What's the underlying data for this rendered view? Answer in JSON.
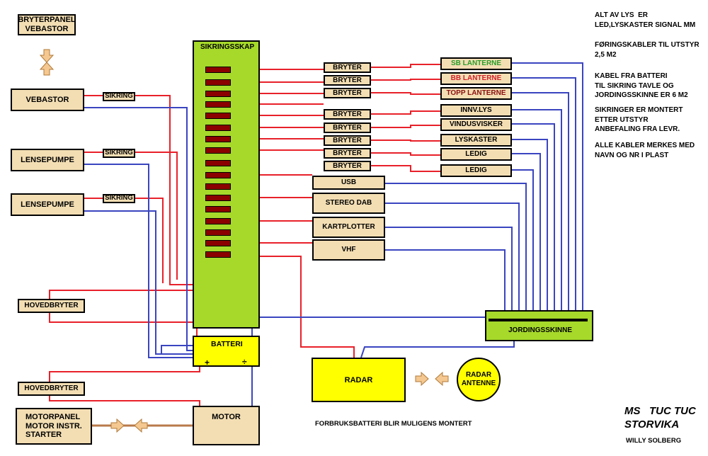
{
  "colors": {
    "positive": "#e8212a",
    "negative": "#3a45c0",
    "box": "#f3deb3",
    "panel": "#a6d92a",
    "battery": "#ffff00",
    "fuse": "#8b0000",
    "arrow": "#f4c890",
    "label_green": "#2a9d2a",
    "label_red": "#d41f2a",
    "label_darkred": "#8b1010"
  },
  "left": {
    "bryterpanel_vebastor": "BRYTERPANEL\nVEBASTOR",
    "vebastor": "VEBASTOR",
    "lensepumpe_1": "LENSEPUMPE",
    "lensepumpe_2": "LENSEPUMPE",
    "sikring_1": "SIKRING",
    "sikring_2": "SIKRING",
    "sikring_3": "SIKRING",
    "hovedbryter_1": "HOVEDBRYTER",
    "hovedbryter_2": "HOVEDBRYTER",
    "motorpanel": "MOTORPANEL\nMOTOR INSTR.\nSTARTER"
  },
  "center": {
    "sikringsskap": "SIKRINGSSKAP",
    "batteri": "BATTERI",
    "plus": "+",
    "minus": "÷",
    "motor": "MOTOR"
  },
  "switches": [
    "BRYTER",
    "BRYTER",
    "BRYTER",
    "BRYTER",
    "BRYTER",
    "BRYTER",
    "BRYTER",
    "BRYTER"
  ],
  "loads": [
    "SB LANTERNE",
    "BB LANTERNE",
    "TOPP LANTERNE",
    "INNV.LYS",
    "VINDUSVISKER",
    "LYSKASTER",
    "LEDIG",
    "LEDIG"
  ],
  "devices": [
    "USB",
    "STEREO DAB",
    "KARTPLOTTER",
    "VHF"
  ],
  "jordingsskinne": "JORDINGSSKINNE",
  "radar": "RADAR",
  "radar_antenne": "RADAR\nANTENNE",
  "forbruksbatteri": "FORBRUKSBATTERI BLIR MULIGENS MONTERT",
  "notes": [
    "ALT AV LYS  ER\nLED,LYSKASTER SIGNAL MM",
    "FØRINGSKABLER TIL UTSTYR\n2,5 M2",
    "KABEL FRA BATTERI\nTIL SIKRING TAVLE OG\nJORDINGSSKINNE ER 6 M2",
    "SIKRINGER ER MONTERT\nETTER UTSTYR\nANBEFALING FRA LEVR.",
    "ALLE KABLER MERKES MED\nNAVN OG NR I PLAST"
  ],
  "title": "MS   TUC TUC\nSTORVIKA",
  "author": "WILLY SOLBERG"
}
